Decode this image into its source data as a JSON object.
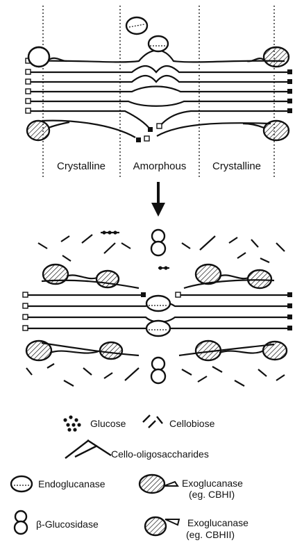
{
  "regions": {
    "crystalline_left": "Crystalline",
    "amorphous": "Amorphous",
    "crystalline_right": "Crystalline"
  },
  "legend": {
    "glucose": "Glucose",
    "cellobiose": "Cellobiose",
    "cello_oligosaccharides": "Cello-oligosaccharides",
    "endoglucanase": "Endoglucanase",
    "exoglucanase_1": "Exoglucanase",
    "exoglucanase_1_example": "(eg. CBHI)",
    "beta_glucosidase": "β-Glucosidase",
    "exoglucanase_2": "Exoglucanase",
    "exoglucanase_2_example": "(eg. CBHII)"
  }
}
